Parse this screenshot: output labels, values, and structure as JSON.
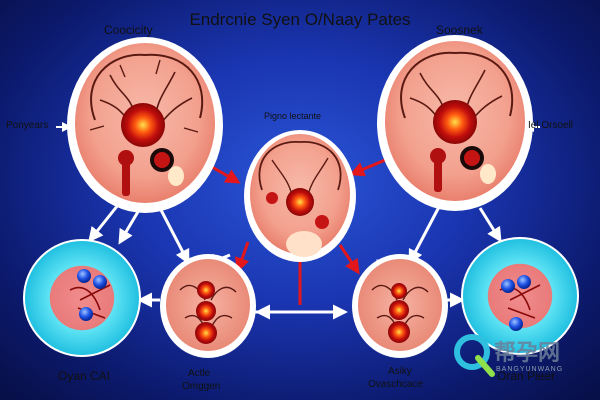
{
  "title": "Endrcnie Syen O/Naay Pates",
  "labels": {
    "top_left": "Coocicity",
    "top_right": "Soosnek",
    "mid_left": "Ponyears",
    "mid_right": "Iel Orsoell",
    "center_top": "Pigno lectante",
    "bottom_left": "Oyan CAI",
    "bottom_center_left_1": "Actle",
    "bottom_center_left_2": "Omggen",
    "bottom_center_right_1": "Asiky",
    "bottom_center_right_2": "Ovaschcace",
    "bottom_right": "Oran Pleer"
  },
  "watermark": {
    "text": "帮孕网",
    "sub": "BANGYUNWANG"
  },
  "colors": {
    "arrow_red": "#e3171b",
    "arrow_white": "#ffffff",
    "cyan": "#33d6ee",
    "background": "#1a35b0"
  }
}
